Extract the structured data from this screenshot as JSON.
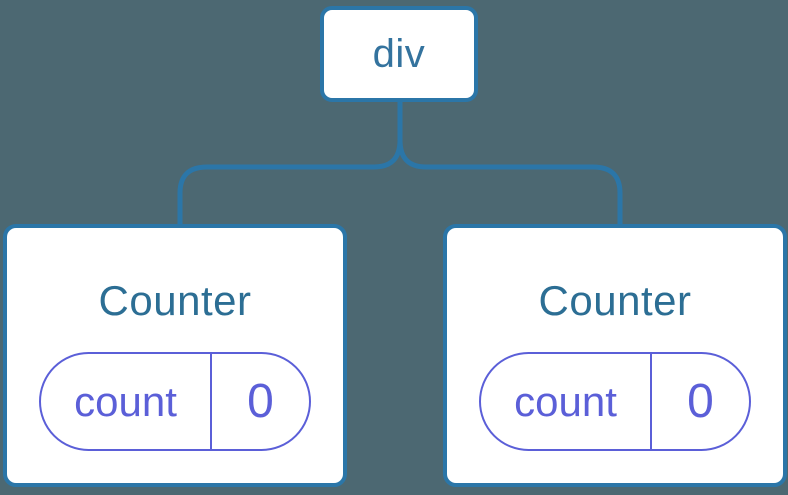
{
  "diagram": {
    "kind": "react-component-tree",
    "background": "#4C6872",
    "colors": {
      "connector": "#2B76A8",
      "node_border": "#2B76A8",
      "node_background": "#FFFFFF",
      "root_label": "#34739E",
      "component_label": "#2C6E94",
      "state_accent": "#5B5FD8"
    },
    "root": {
      "label": "div"
    },
    "children": [
      {
        "label": "Counter",
        "state": [
          {
            "key": "count",
            "value": "0"
          }
        ]
      },
      {
        "label": "Counter",
        "state": [
          {
            "key": "count",
            "value": "0"
          }
        ]
      }
    ]
  }
}
